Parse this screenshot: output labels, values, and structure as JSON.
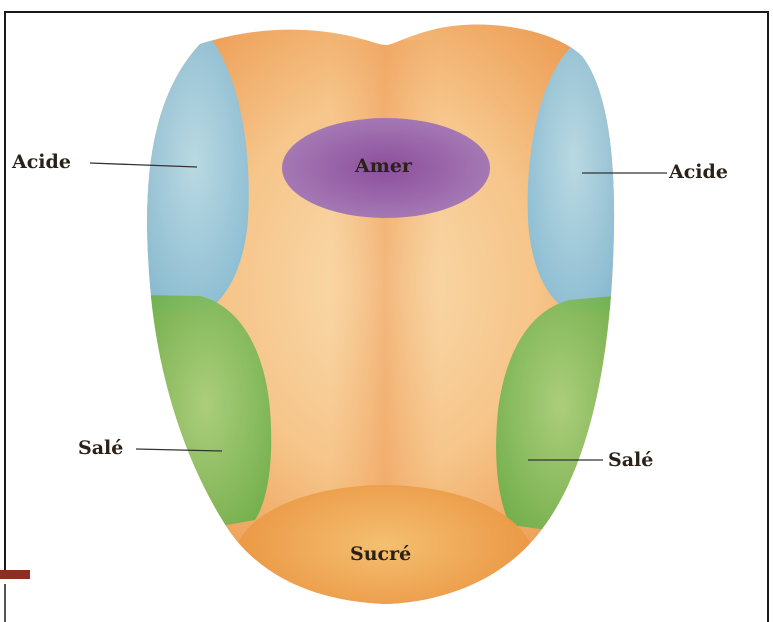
{
  "labels": {
    "acide_left": "Acide",
    "acide_right": "Acide",
    "amer": "Amer",
    "sale_left": "Salé",
    "sale_right": "Salé",
    "sucre": "Sucré"
  },
  "regions": [
    {
      "name": "Acide",
      "color": "#9cc9dc"
    },
    {
      "name": "Amer",
      "color": "#8a5aa0"
    },
    {
      "name": "Salé",
      "color": "#8cc063"
    },
    {
      "name": "Sucré",
      "color": "#f0a14a"
    }
  ],
  "colors": {
    "tongue_base": "#f6c88e",
    "tongue_center": "#f0a866",
    "tongue_edge": "#e8893d"
  }
}
